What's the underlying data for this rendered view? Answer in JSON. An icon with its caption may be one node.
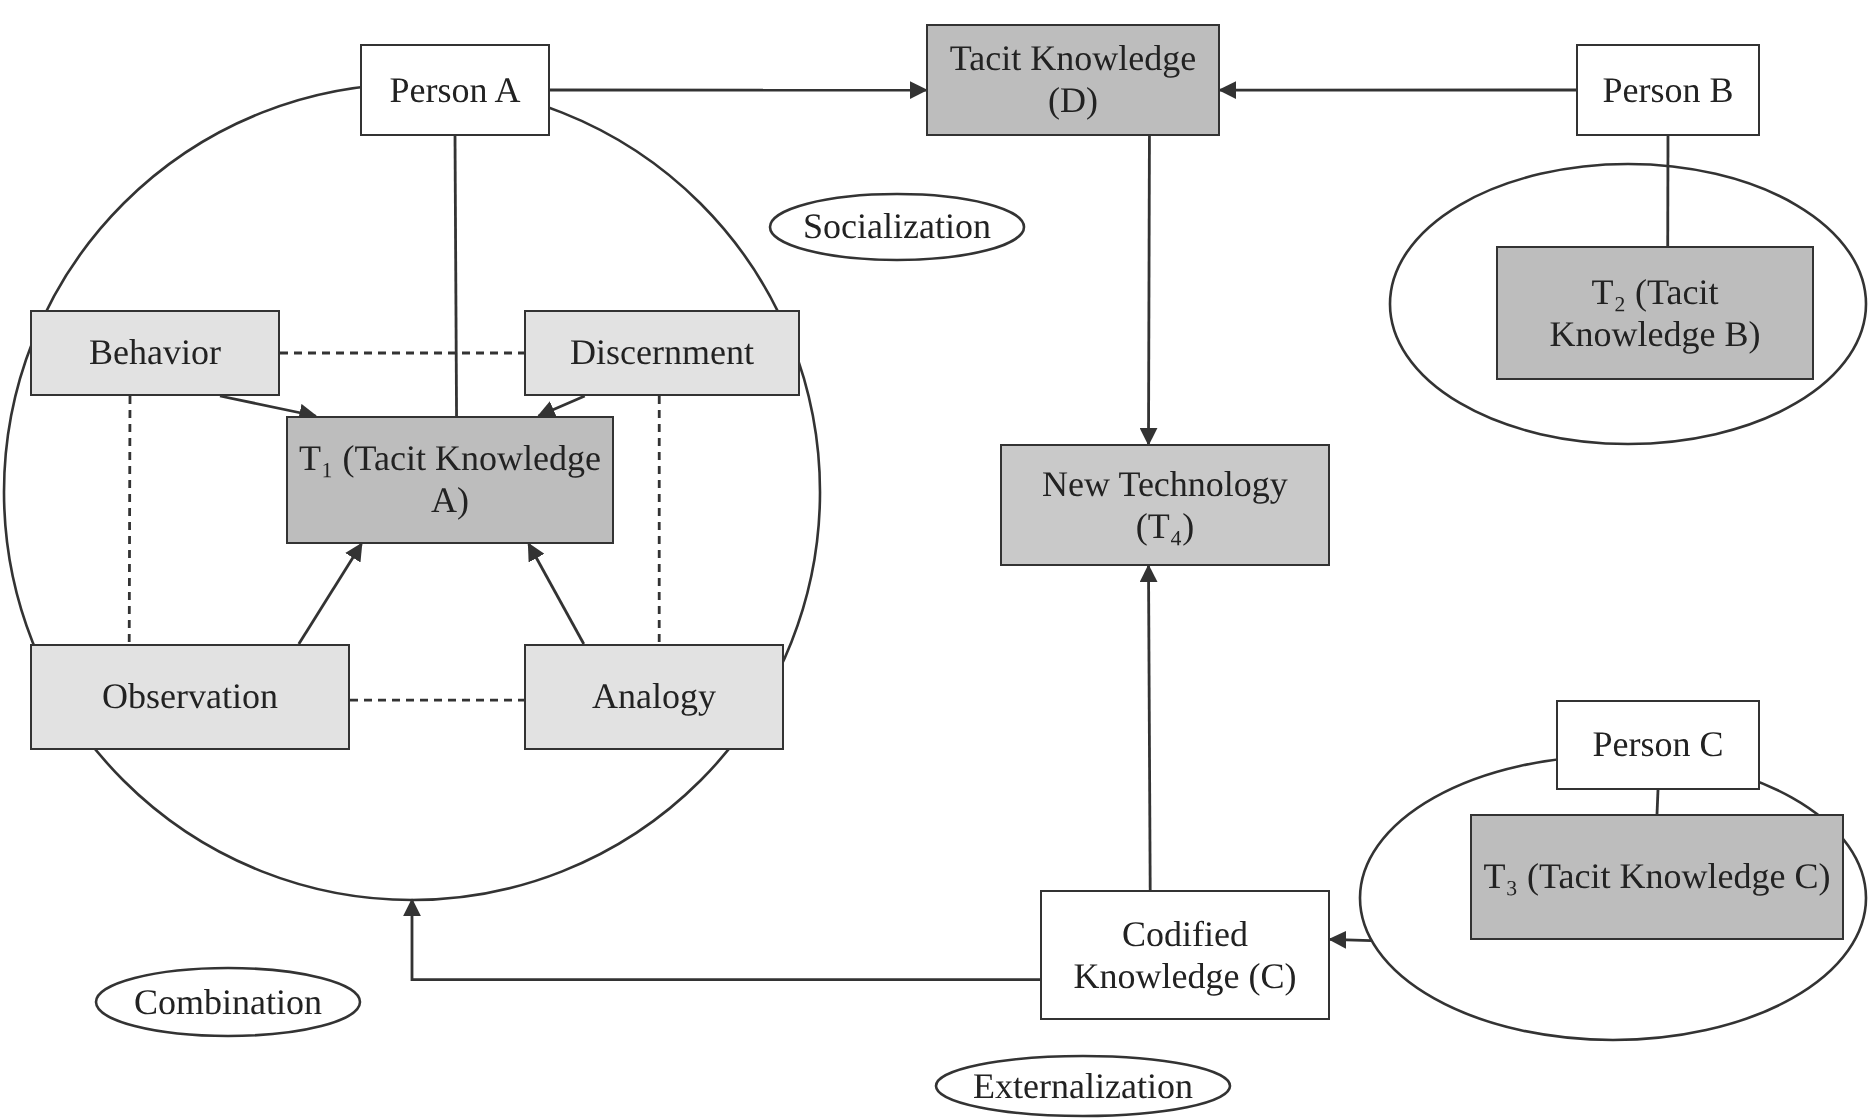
{
  "diagram": {
    "nodes": [
      {
        "text": [],
        "shape": "circle"
      },
      {
        "text": [
          "Person A"
        ]
      },
      {
        "text": [
          "Behavior"
        ],
        "in": 0
      },
      {
        "text": [
          "Discernment"
        ],
        "in": 0
      },
      {
        "text": [
          "T₁ (Tacit Knowledge A)"
        ],
        "in": 0
      },
      {
        "text": [
          "Observation"
        ],
        "in": 0
      },
      {
        "text": [
          "Analogy"
        ],
        "in": 0
      },
      {
        "text": [
          "Tacit Knowledge (D)"
        ]
      },
      {
        "text": [
          "Socialization"
        ]
      },
      {
        "text": [],
        "shape": "circle"
      },
      {
        "text": [
          "Person B"
        ]
      },
      {
        "text": [
          "T₂ (Tacit Knowledge B)"
        ],
        "in": 9
      },
      {
        "text": [
          "New Technology (T₄)"
        ]
      },
      {
        "text": [],
        "shape": "circle"
      },
      {
        "text": [
          "Person C"
        ]
      },
      {
        "text": [
          "T₃ (Tacit Knowledge C)"
        ],
        "in": 13
      },
      {
        "text": [
          "Codified Knowledge (C)"
        ]
      },
      {
        "text": [
          "Combination"
        ]
      },
      {
        "text": [
          "Externalization"
        ]
      }
    ],
    "edges": [
      {
        "from": 1,
        "to": 7,
        "arrow": "to"
      },
      {
        "from": 1,
        "to": 4,
        "arrow": "none"
      },
      {
        "from": 2,
        "to": 4,
        "arrow": "to"
      },
      {
        "from": 3,
        "to": 4,
        "arrow": "to"
      },
      {
        "from": 5,
        "to": 4,
        "arrow": "to"
      },
      {
        "from": 6,
        "to": 4,
        "arrow": "to"
      },
      {
        "from": 2,
        "to": 3,
        "arrow": "none",
        "style": "dashed"
      },
      {
        "from": 2,
        "to": 5,
        "arrow": "none",
        "style": "dashed"
      },
      {
        "from": 3,
        "to": 6,
        "arrow": "none",
        "style": "dashed"
      },
      {
        "from": 5,
        "to": 6,
        "arrow": "none",
        "style": "dashed"
      },
      {
        "from": 10,
        "to": 7,
        "arrow": "to"
      },
      {
        "from": 10,
        "to": 11,
        "arrow": "none"
      },
      {
        "from": 7,
        "to": 12,
        "arrow": "to"
      },
      {
        "from": 16,
        "to": 12,
        "arrow": "to"
      },
      {
        "from": 14,
        "to": 15,
        "arrow": "none"
      },
      {
        "from": 13,
        "to": 16,
        "arrow": "to"
      },
      {
        "from": 16,
        "to": 0,
        "arrow": "to"
      }
    ]
  }
}
